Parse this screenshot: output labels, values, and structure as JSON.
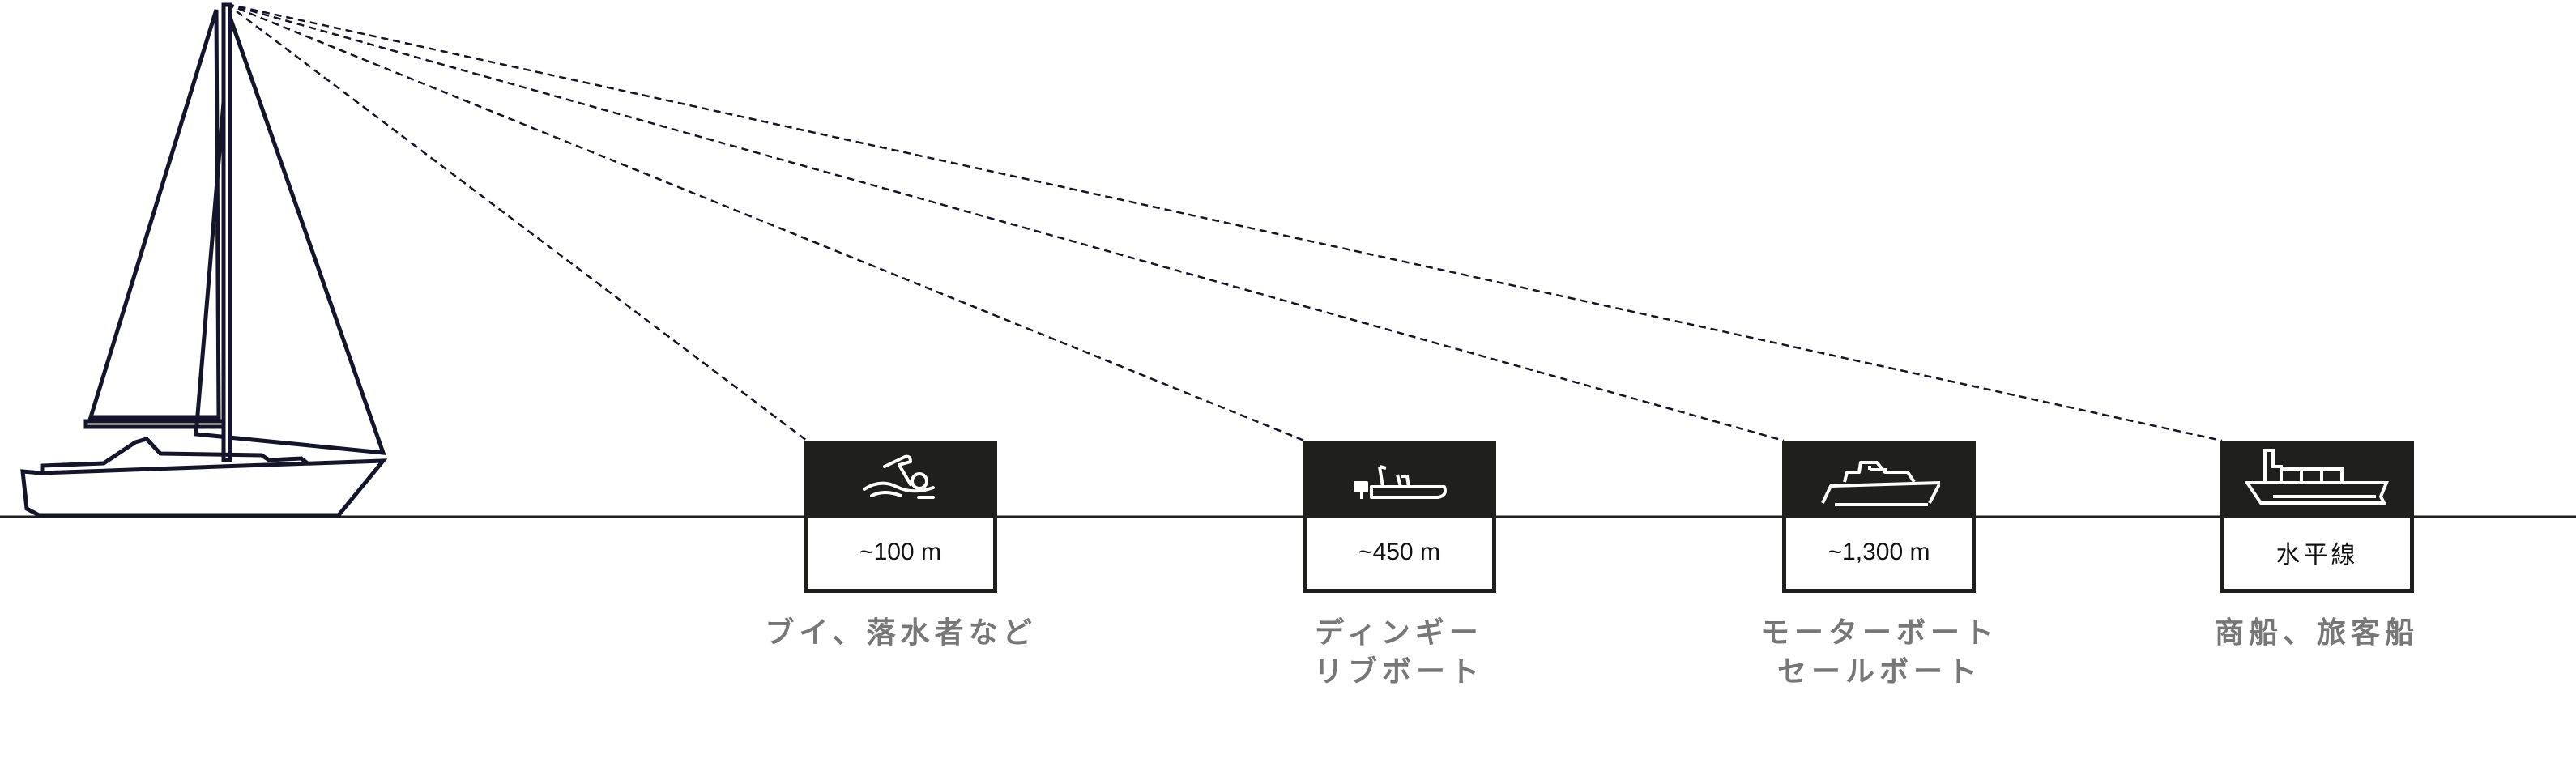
{
  "colors": {
    "ink": "#14142a",
    "box": "#1f1f1d",
    "label": "#777777"
  },
  "targets": [
    {
      "icon": "swimmer-icon",
      "distance": "~100 m",
      "label_lines": [
        "ブイ、落水者など"
      ]
    },
    {
      "icon": "dinghy-icon",
      "distance": "~450 m",
      "label_lines": [
        "ディンギー",
        "リブボート"
      ]
    },
    {
      "icon": "motorboat-icon",
      "distance": "~1,300 m",
      "label_lines": [
        "モーターボート",
        "セールボート"
      ]
    },
    {
      "icon": "cargo-ship-icon",
      "distance": "水平線",
      "label_lines": [
        "商船、旅客船"
      ]
    }
  ]
}
